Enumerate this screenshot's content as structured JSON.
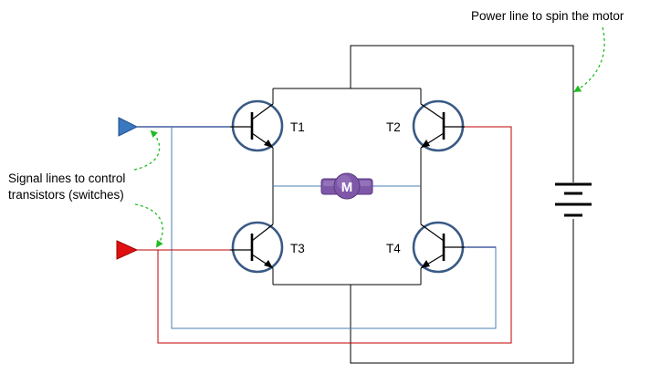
{
  "annotations": {
    "power_line": "Power line to spin the motor",
    "signal_lines_line1": "Signal lines to control",
    "signal_lines_line2": "transistors (switches)"
  },
  "transistors": [
    {
      "id": "T1",
      "label": "T1"
    },
    {
      "id": "T2",
      "label": "T2"
    },
    {
      "id": "T3",
      "label": "T3"
    },
    {
      "id": "T4",
      "label": "T4"
    }
  ],
  "motor": {
    "label": "M"
  },
  "colors": {
    "wire": "#000000",
    "signal_blue": "#1f3f8f",
    "signal_blue_light": "#4a7fb5",
    "signal_red": "#c00000",
    "transistor_circle": "#3a5a85",
    "annotation_arrow": "#22bb22",
    "input_blue": "#3a78c0",
    "input_red": "#e01010",
    "motor_fill": "#7e57a8"
  },
  "icons": {
    "input_markers": "triangle-arrow-icon",
    "battery": "battery-icon",
    "motor": "motor-icon"
  }
}
